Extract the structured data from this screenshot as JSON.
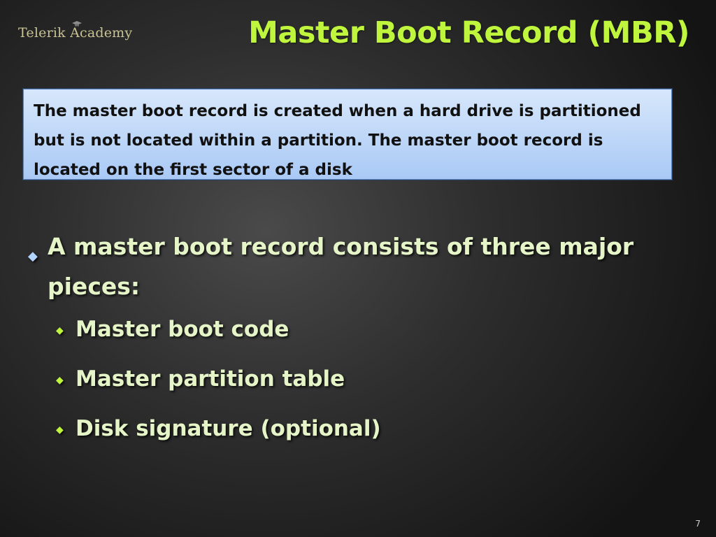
{
  "logo": {
    "text": "Telerik Academy"
  },
  "slide": {
    "title": "Master Boot Record (MBR)",
    "callout": "The master boot record is created when a hard drive is partitioned but is not located within a partition. The master boot record is located on the first sector of a disk",
    "bullet": "A master boot record consists of three major pieces:",
    "sub_bullets": [
      "Master boot code",
      "Master partition table",
      "Disk signature (optional)"
    ],
    "page_number": "7"
  },
  "colors": {
    "title": "#bff53c",
    "bullet_text": "#e6f5c8",
    "callout_background": "#c2d9f8",
    "logo": "#c9c394"
  },
  "icons": {
    "bullet": "diamond-bullet-icon",
    "logo_cap": "graduation-cap-icon"
  }
}
